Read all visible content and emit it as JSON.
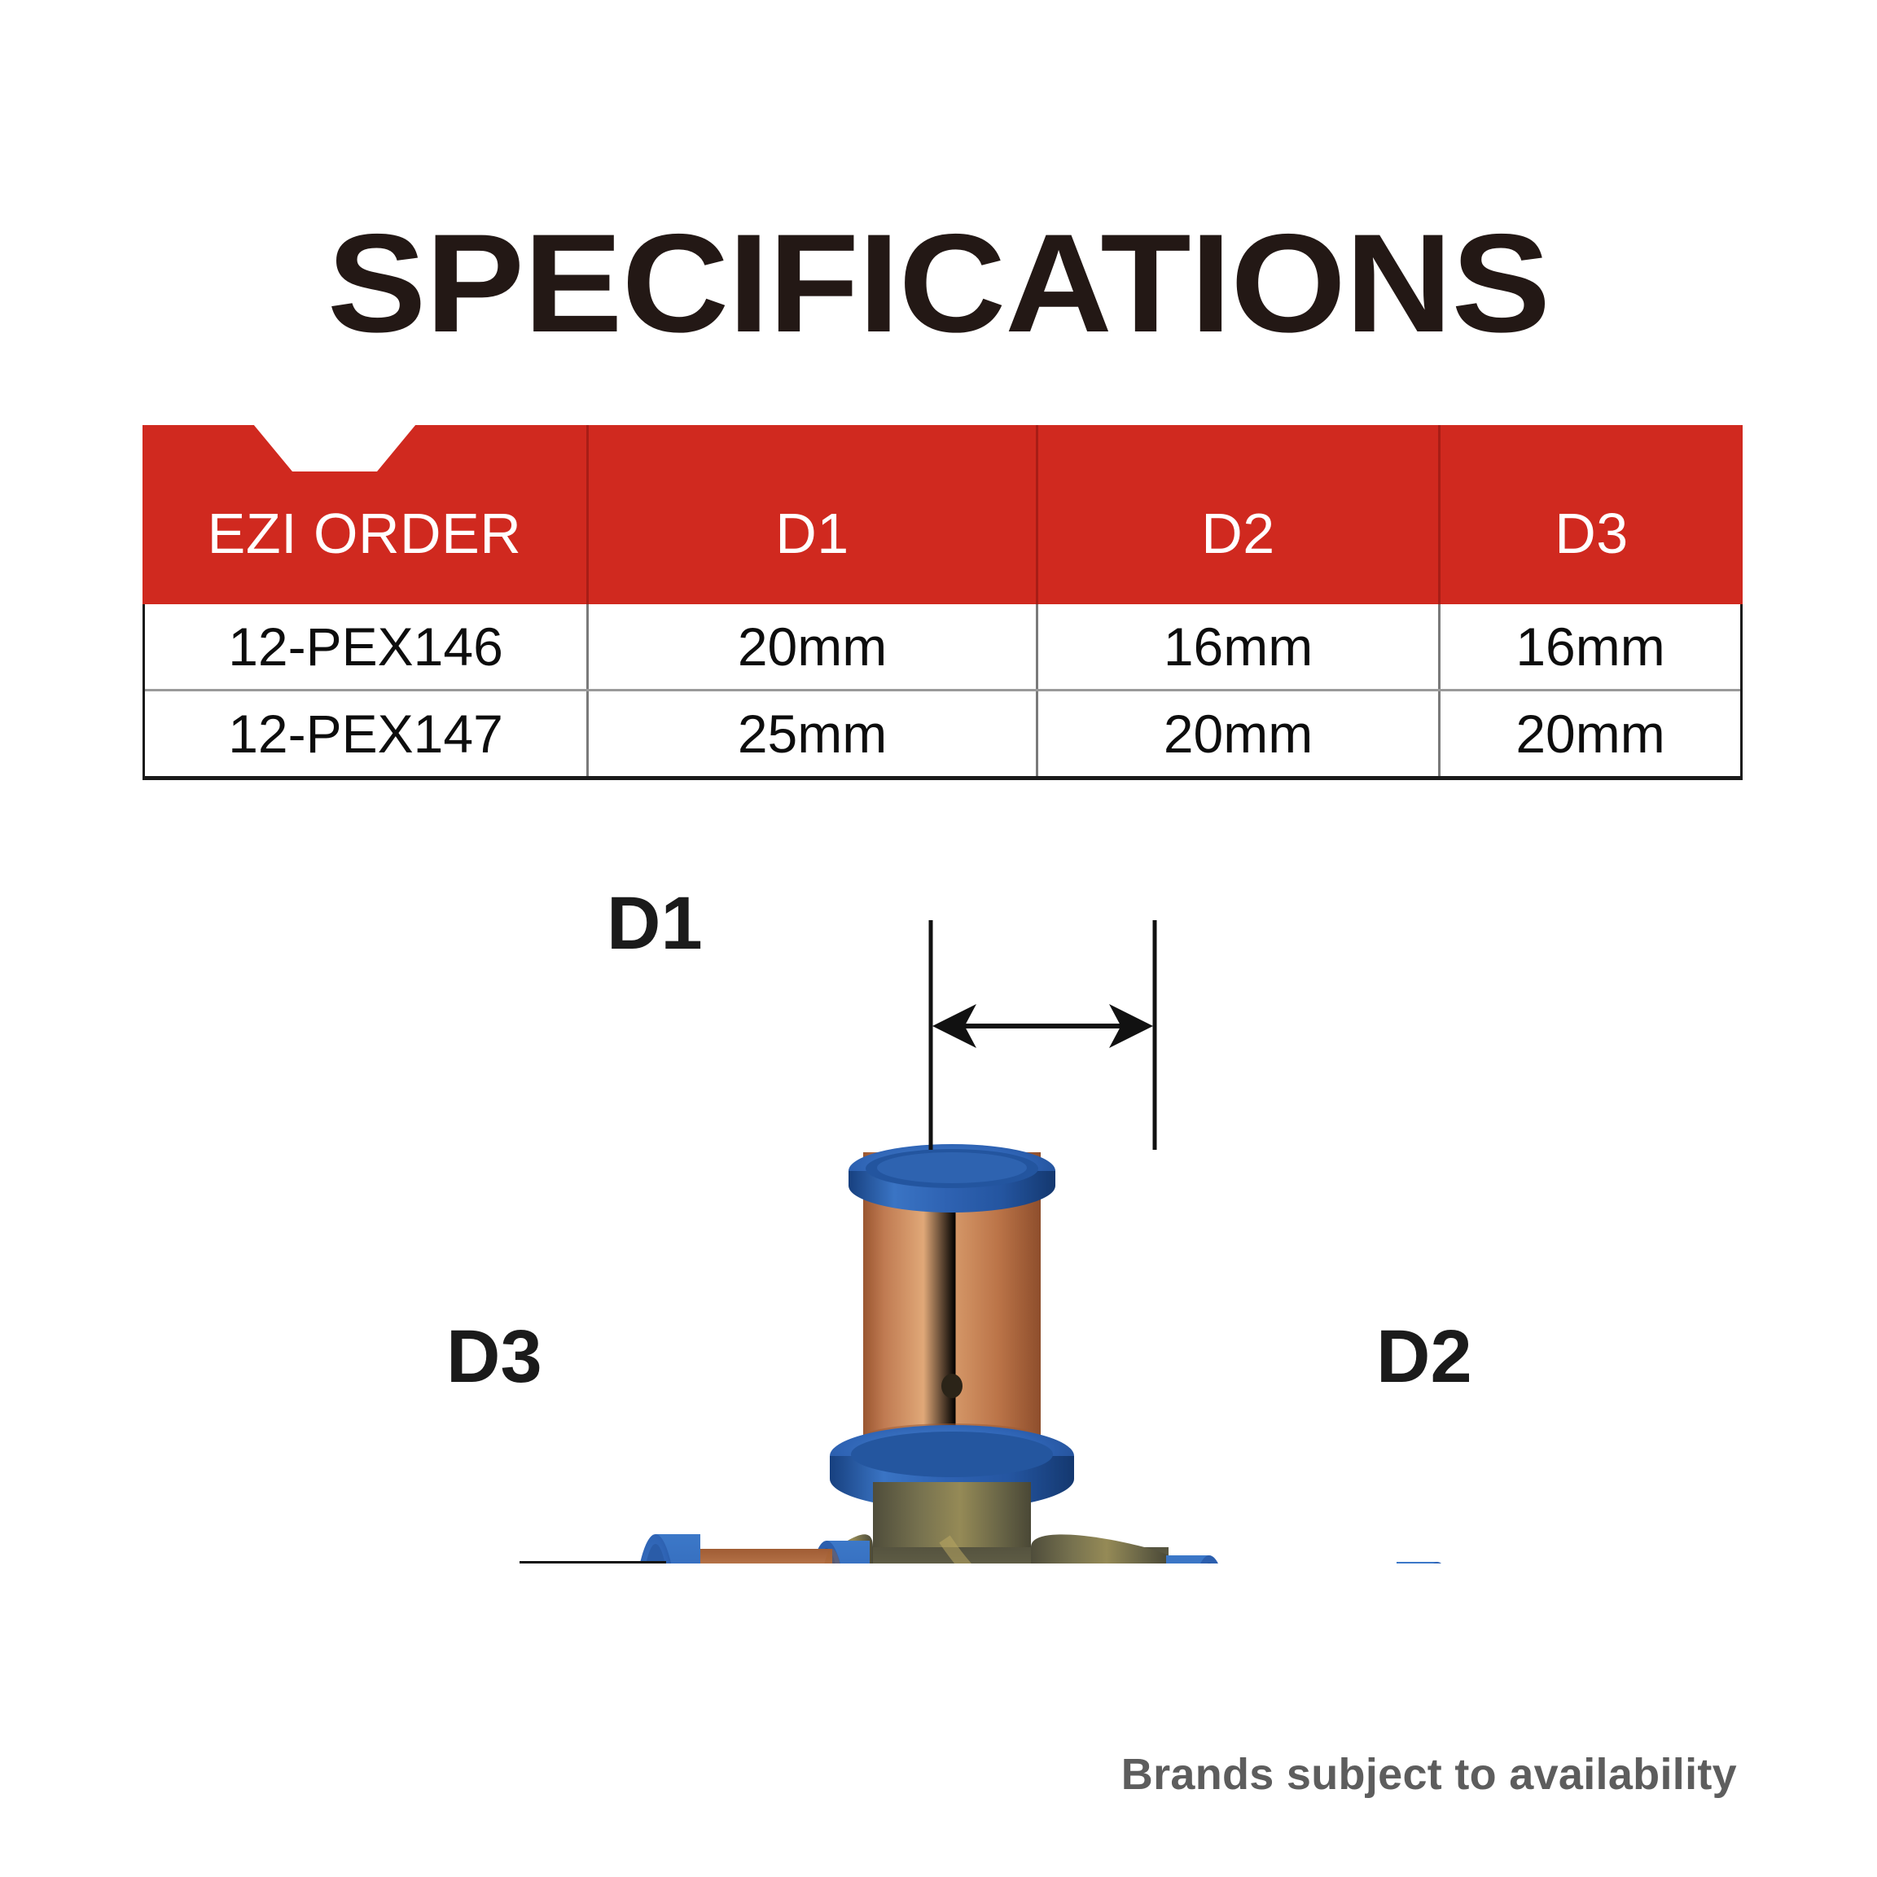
{
  "page": {
    "title": "SPECIFICATIONS",
    "background_color": "#FFFFFF"
  },
  "table": {
    "header_color": "#D0291F",
    "header_text_color": "#FFFFFF",
    "columns": [
      "EZI ORDER",
      "D1",
      "D2",
      "D3"
    ],
    "rows": [
      {
        "ezi_order": "12-PEX146",
        "d1": "20mm",
        "d2": "16mm",
        "d3": "16mm"
      },
      {
        "ezi_order": "12-PEX147",
        "d1": "25mm",
        "d2": "20mm",
        "d3": "20mm"
      }
    ]
  },
  "figure": {
    "product": "copper press-fit reducing tee with blue plastic collars",
    "dimension_labels": {
      "d1": "D1",
      "d2": "D2",
      "d3": "D3"
    },
    "colors": {
      "copper": "#C0714A",
      "copper_light": "#D99A6C",
      "copper_dark": "#8D4A2C",
      "collar_blue": "#2F63B5",
      "collar_blue_dark": "#1D4585",
      "body_brass": "#6E6A4E",
      "body_brass_light": "#A8974F"
    }
  },
  "footer": {
    "note": "Brands subject to availability"
  }
}
